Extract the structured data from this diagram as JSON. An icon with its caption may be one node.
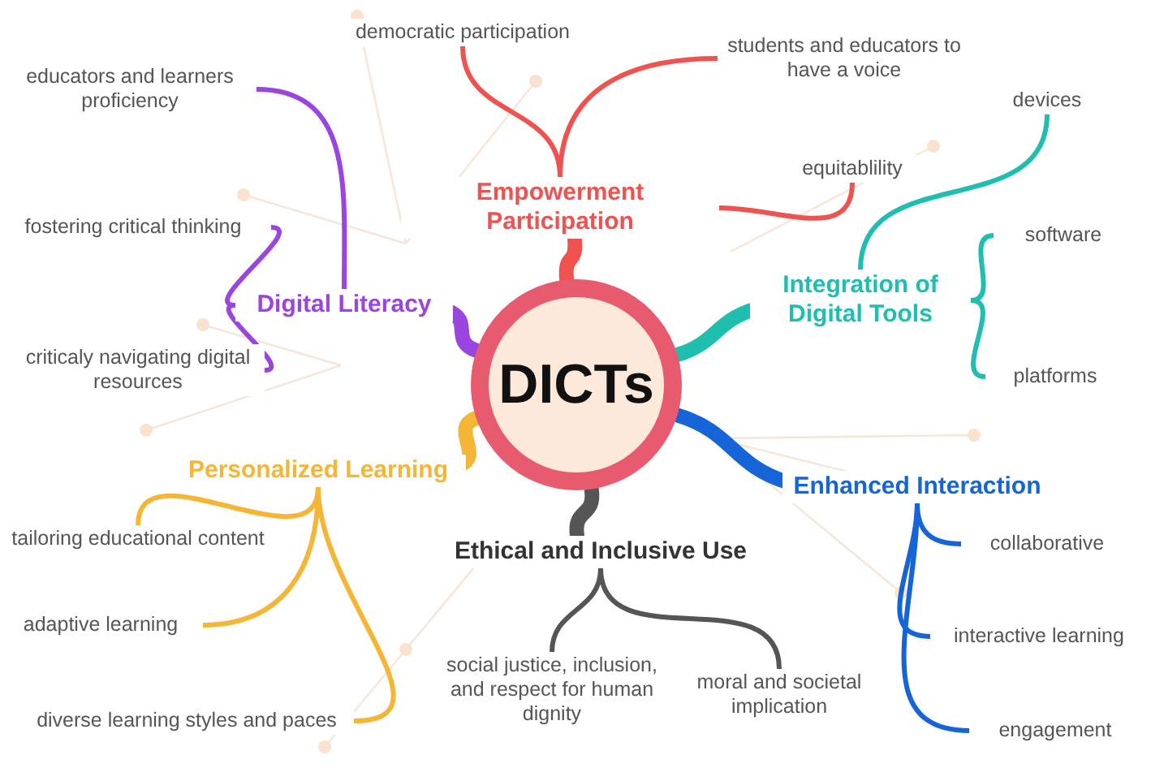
{
  "diagram": {
    "nodes": [
      {
        "text": [
          "DICTs"
        ]
      },
      {
        "text": [
          "Empowerment Participation"
        ]
      },
      {
        "text": [
          "democratic participation"
        ]
      },
      {
        "text": [
          "students and educators to have a voice"
        ]
      },
      {
        "text": [
          "equitablility"
        ]
      },
      {
        "text": [
          "Digital Literacy"
        ]
      },
      {
        "text": [
          "educators and learners proficiency"
        ]
      },
      {
        "text": [
          "fostering critical thinking"
        ]
      },
      {
        "text": [
          "criticaly navigating digital resources"
        ]
      },
      {
        "text": [
          "Integration of Digital Tools"
        ]
      },
      {
        "text": [
          "devices"
        ]
      },
      {
        "text": [
          "software"
        ]
      },
      {
        "text": [
          "platforms"
        ]
      },
      {
        "text": [
          "Personalized Learning"
        ]
      },
      {
        "text": [
          "tailoring educational content"
        ]
      },
      {
        "text": [
          "adaptive learning"
        ]
      },
      {
        "text": [
          "diverse learning styles and paces"
        ]
      },
      {
        "text": [
          "Ethical and Inclusive Use"
        ]
      },
      {
        "text": [
          "social justice, inclusion, and respect for human dignity"
        ]
      },
      {
        "text": [
          "moral and societal implication"
        ]
      },
      {
        "text": [
          "Enhanced Interaction"
        ]
      },
      {
        "text": [
          "collaborative"
        ]
      },
      {
        "text": [
          "interactive learning"
        ]
      },
      {
        "text": [
          "engagement"
        ]
      }
    ],
    "edges": [
      {
        "from": 0,
        "to": 1,
        "arrow": "none",
        "style": "thick",
        "color": "#f0524f"
      },
      {
        "from": 1,
        "to": 2,
        "arrow": "none",
        "color": "#f0524f"
      },
      {
        "from": 1,
        "to": 3,
        "arrow": "none",
        "color": "#f0524f"
      },
      {
        "from": 1,
        "to": 4,
        "arrow": "none",
        "color": "#f0524f"
      },
      {
        "from": 0,
        "to": 5,
        "arrow": "none",
        "style": "thick",
        "color": "#9b45e0"
      },
      {
        "from": 5,
        "to": 6,
        "arrow": "none",
        "color": "#9b45e0"
      },
      {
        "from": 5,
        "to": 7,
        "arrow": "none",
        "color": "#9b45e0"
      },
      {
        "from": 5,
        "to": 8,
        "arrow": "none",
        "color": "#9b45e0"
      },
      {
        "from": 0,
        "to": 9,
        "arrow": "none",
        "style": "thick",
        "color": "#1fbfb0"
      },
      {
        "from": 9,
        "to": 10,
        "arrow": "none",
        "color": "#1fbfb0"
      },
      {
        "from": 9,
        "to": 11,
        "arrow": "none",
        "color": "#1fbfb0"
      },
      {
        "from": 9,
        "to": 12,
        "arrow": "none",
        "color": "#1fbfb0"
      },
      {
        "from": 0,
        "to": 13,
        "arrow": "none",
        "style": "thick",
        "color": "#f5b535"
      },
      {
        "from": 13,
        "to": 14,
        "arrow": "none",
        "color": "#f5b535"
      },
      {
        "from": 13,
        "to": 15,
        "arrow": "none",
        "color": "#f5b535"
      },
      {
        "from": 13,
        "to": 16,
        "arrow": "none",
        "color": "#f5b535"
      },
      {
        "from": 0,
        "to": 17,
        "arrow": "none",
        "style": "thick",
        "color": "#555555"
      },
      {
        "from": 17,
        "to": 18,
        "arrow": "none",
        "color": "#555555"
      },
      {
        "from": 17,
        "to": 19,
        "arrow": "none",
        "color": "#555555"
      },
      {
        "from": 0,
        "to": 20,
        "arrow": "none",
        "style": "thick",
        "color": "#1565d8"
      },
      {
        "from": 20,
        "to": 21,
        "arrow": "none",
        "color": "#1565d8"
      },
      {
        "from": 20,
        "to": 22,
        "arrow": "none",
        "color": "#1565d8"
      },
      {
        "from": 20,
        "to": 23,
        "arrow": "none",
        "color": "#1565d8"
      }
    ]
  }
}
